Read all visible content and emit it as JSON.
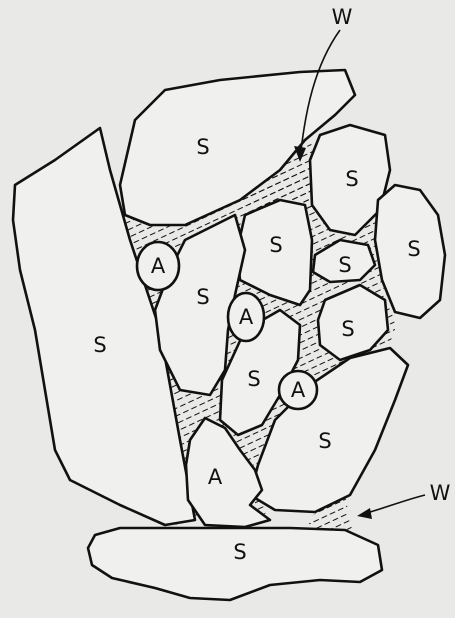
{
  "diagram": {
    "labels": {
      "solid": "S",
      "air": "A",
      "water": "W"
    }
  }
}
